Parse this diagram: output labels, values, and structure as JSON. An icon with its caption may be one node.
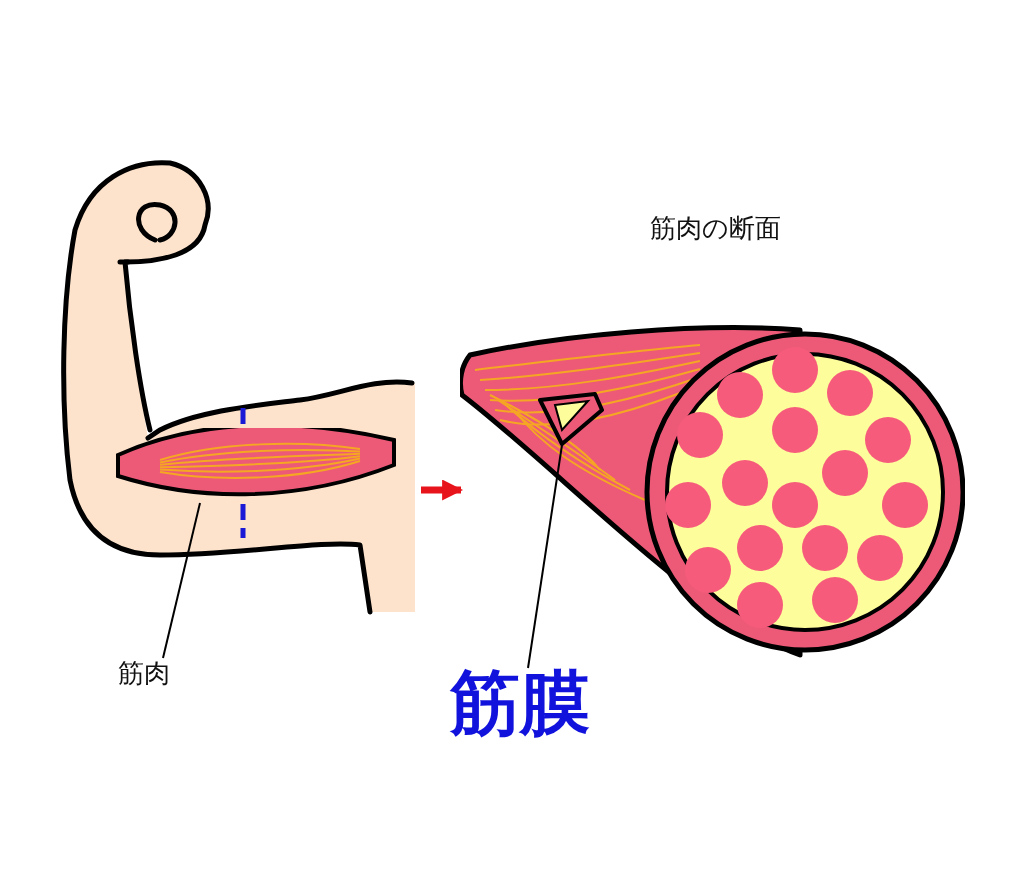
{
  "diagram": {
    "nodes": [
      {
        "text": [],
        "shape": "picture"
      },
      {
        "text": [],
        "shape": "picture",
        "in": 0
      },
      {
        "text": [],
        "shape": "picture"
      },
      {
        "text": [],
        "shape": "picture",
        "in": 2
      },
      {
        "text": [
          "筋肉"
        ]
      },
      {
        "text": [
          "筋膜"
        ]
      }
    ],
    "edges": [
      {
        "from": 0,
        "to": 2,
        "arrow": "to",
        "style": "thick",
        "color": "#e8141b"
      },
      {
        "from": 4,
        "to": 1,
        "arrow": "none"
      },
      {
        "from": 5,
        "to": 3,
        "arrow": "none"
      }
    ],
    "labels": [
      "筋肉の断面"
    ]
  }
}
